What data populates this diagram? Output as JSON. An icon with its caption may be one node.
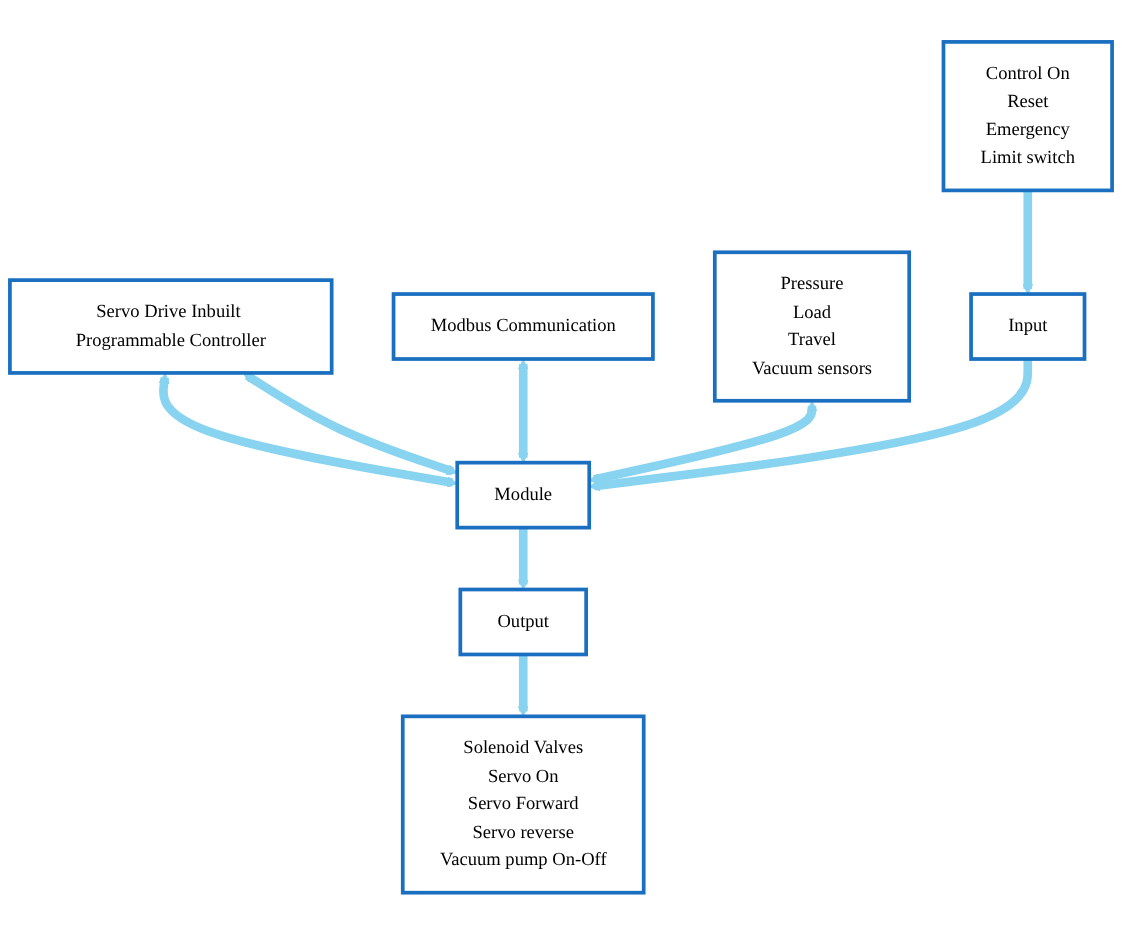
{
  "diagram": {
    "nodes": [
      {
        "text": [
          "Servo Drive Inbuilt Programmable Controller"
        ]
      },
      {
        "text": [
          "Modbus Communication"
        ]
      },
      {
        "text": [
          "Pressure",
          "Load",
          "Travel",
          "Vacuum sensors"
        ]
      },
      {
        "text": [
          "Input"
        ]
      },
      {
        "text": [
          "Module"
        ]
      },
      {
        "text": [
          "Output"
        ]
      },
      {
        "text": [
          "Control On",
          "Reset",
          "Emergency",
          "Limit switch"
        ]
      },
      {
        "text": [
          "Solenoid Valves",
          "Servo On",
          "Servo Forward",
          "Servo reverse",
          "Vacuum pump On-Off"
        ]
      }
    ],
    "edges": [
      {
        "from": 0,
        "to": 4,
        "arrow": "both"
      },
      {
        "from": 1,
        "to": 4,
        "arrow": "both"
      },
      {
        "from": 0,
        "to": 4,
        "arrow": "both"
      },
      {
        "from": 2,
        "to": 4,
        "arrow": "both"
      },
      {
        "from": 3,
        "to": 4,
        "arrow": "to"
      },
      {
        "from": 4,
        "to": 5,
        "arrow": "to"
      },
      {
        "from": 6,
        "to": 3,
        "arrow": "to"
      },
      {
        "from": 5,
        "to": 7,
        "arrow": "to"
      }
    ]
  }
}
